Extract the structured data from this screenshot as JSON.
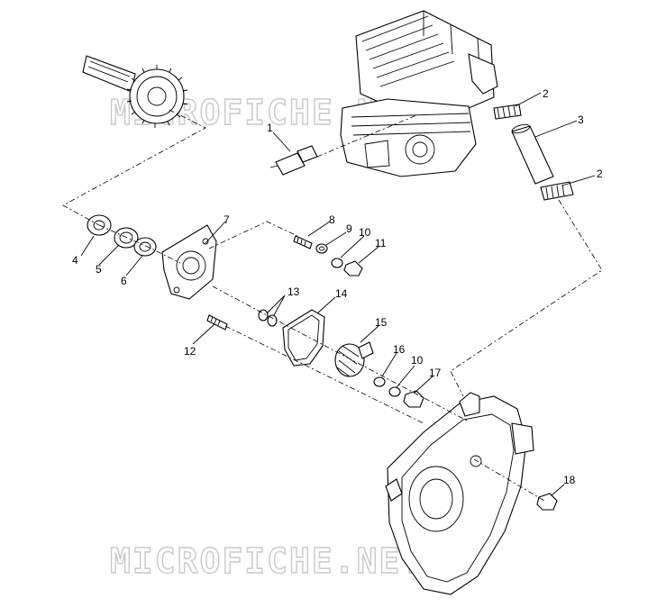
{
  "watermarks": [
    "MICROFICHE.NET",
    "MICROFICHE.NET"
  ],
  "callouts": {
    "p1": "1",
    "p2a": "2",
    "p2b": "2",
    "p3": "3",
    "p4": "4",
    "p5": "5",
    "p6": "6",
    "p7": "7",
    "p8": "8",
    "p9": "9",
    "p10a": "10",
    "p10b": "10",
    "p11": "11",
    "p12": "12",
    "p13": "13",
    "p14": "14",
    "p15": "15",
    "p16": "16",
    "p17": "17",
    "p18": "18"
  },
  "colors": {
    "line": "#000000",
    "watermark": "#c9c9c9",
    "background": "#ffffff"
  }
}
